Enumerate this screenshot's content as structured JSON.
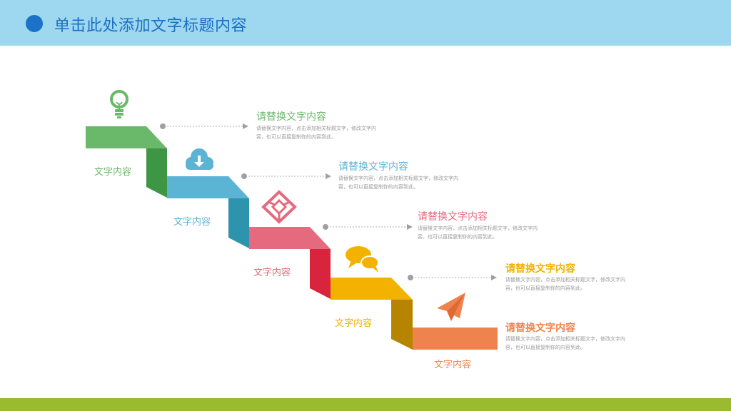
{
  "header": {
    "title": "单击此处添加文字标题内容"
  },
  "colors": {
    "header_bg": "#9dd8f0",
    "accent": "#1a73c9",
    "footer": "#9aba30",
    "step1": "#6ab96a",
    "step2": "#5cb4d4",
    "step3": "#e66a7e",
    "step4": "#f3b100",
    "step5": "#ef834e"
  },
  "steps": [
    {
      "label": "文字内容",
      "icon": "lightbulb-icon",
      "title": "请替换文字内容",
      "text": "请替换文字内容，点击添加相关标题文字，修改文字内容，也可以直接复制你的内容到此。"
    },
    {
      "label": "文字内容",
      "icon": "cloud-download-icon",
      "title": "请替换文字内容",
      "text": "请替换文字内容，点击添加相关标题文字，修改文字内容，也可以直接复制你的内容到此。"
    },
    {
      "label": "文字内容",
      "icon": "cube-icon",
      "title": "请替换文字内容",
      "text": "请替换文字内容，点击添加相关标题文字，修改文字内容，也可以直接复制你的内容到此。"
    },
    {
      "label": "文字内容",
      "icon": "chat-bubbles-icon",
      "title": "请替换文字内容",
      "text": "请替换文字内容，点击添加相关标题文字，修改文字内容，也可以直接复制你的内容到此。"
    },
    {
      "label": "文字内容",
      "icon": "paper-plane-icon",
      "title": "请替换文字内容",
      "text": "请替换文字内容，点击添加相关标题文字，修改文字内容，也可以直接复制你的内容到此。"
    }
  ]
}
